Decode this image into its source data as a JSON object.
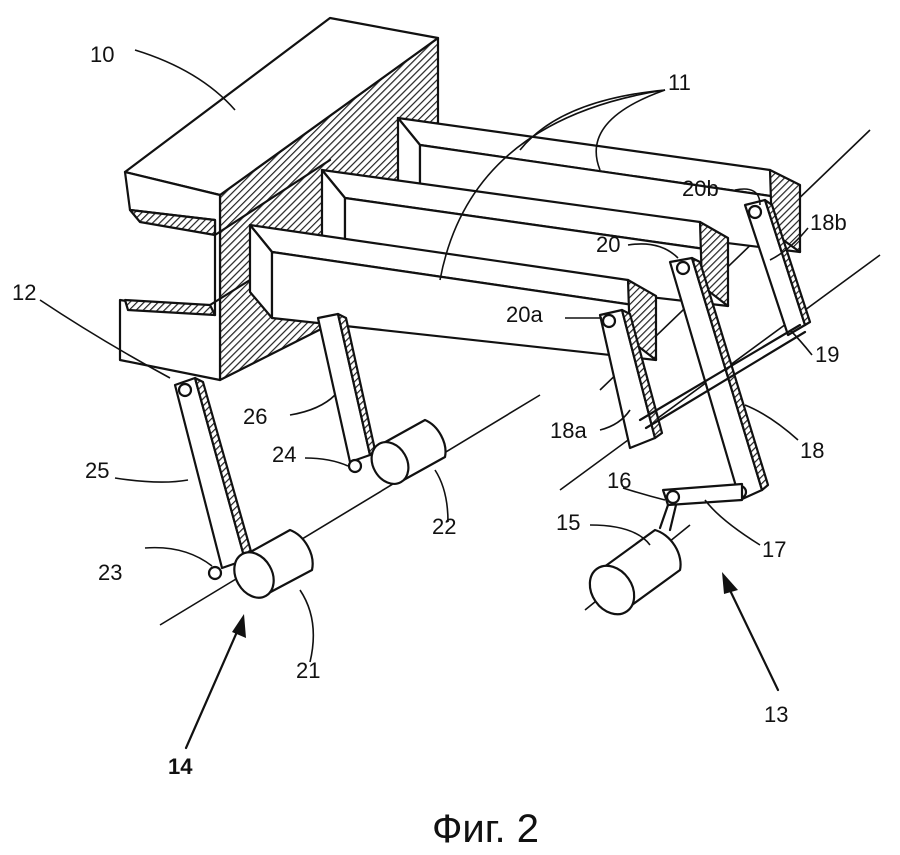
{
  "labels": {
    "l10": "10",
    "l11": "11",
    "l12": "12",
    "l13": "13",
    "l14": "14",
    "l15": "15",
    "l16": "16",
    "l17": "17",
    "l18": "18",
    "l18a": "18a",
    "l18b": "18b",
    "l19": "19",
    "l20": "20",
    "l20a": "20a",
    "l20b": "20b",
    "l21": "21",
    "l22": "22",
    "l23": "23",
    "l24": "24",
    "l25": "25",
    "l26": "26"
  },
  "caption": "Фиг. 2"
}
